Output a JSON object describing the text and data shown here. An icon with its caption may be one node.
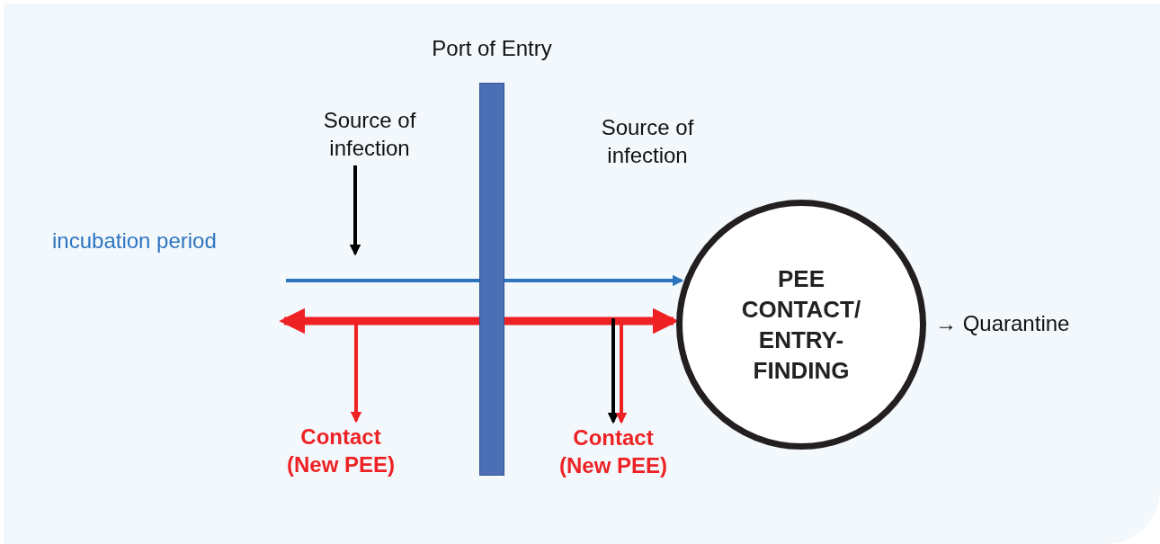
{
  "diagram": {
    "nodes": [
      {
        "text": [
          "Port of Entry"
        ]
      },
      {
        "text": [
          "Source of infection"
        ]
      },
      {
        "text": [
          "Source of infection"
        ]
      },
      {
        "text": [
          "PEE CONTACT/ ENTRY-FINDING"
        ]
      },
      {
        "text": [
          "Contact (New PEE)"
        ]
      },
      {
        "text": [
          "Contact (New PEE)"
        ]
      }
    ],
    "edges": [
      {
        "from": null,
        "to": 3,
        "arrow": "to",
        "color": "#2e75c0"
      },
      {
        "from": null,
        "to": 3,
        "arrow": "both",
        "style": "thick",
        "color": "#ee2224"
      },
      {
        "from": 1,
        "to": null,
        "arrow": "to",
        "color": "#000000"
      },
      {
        "from": null,
        "to": 4,
        "arrow": "to",
        "color": "#ee2224"
      },
      {
        "from": null,
        "to": 5,
        "arrow": "to",
        "color": "#000000"
      },
      {
        "from": null,
        "to": 5,
        "arrow": "to",
        "color": "#ee2224"
      }
    ],
    "labels": [
      "incubation period",
      "→ Quarantine"
    ]
  }
}
